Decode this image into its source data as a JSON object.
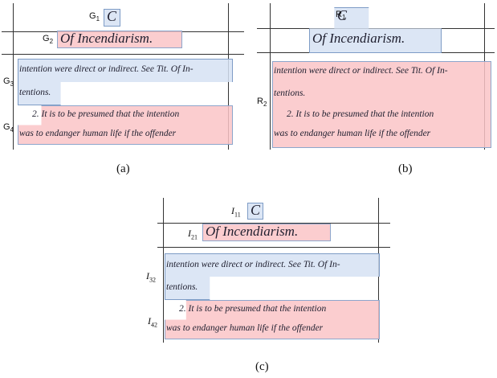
{
  "manuscript": {
    "marker": "C",
    "heading": "Of Incendiarism.",
    "line1": "intention were direct or indirect. See Tit. Of In-",
    "line2": "tentions.",
    "line3": "2.  It is to be presumed that the intention",
    "line4": "was to endanger human life if the offender"
  },
  "panels": {
    "a": {
      "caption": "(a)",
      "regions": [
        {
          "base": "G",
          "sub": "1"
        },
        {
          "base": "G",
          "sub": "2"
        },
        {
          "base": "G",
          "sub": "3"
        },
        {
          "base": "G",
          "sub": "4"
        }
      ]
    },
    "b": {
      "caption": "(b)",
      "regions": [
        {
          "base": "R",
          "sub": "1"
        },
        {
          "base": "R",
          "sub": "2"
        }
      ]
    },
    "c": {
      "caption": "(c)",
      "regions": [
        {
          "base": "I",
          "sub": "11"
        },
        {
          "base": "I",
          "sub": "21"
        },
        {
          "base": "I",
          "sub": "32"
        },
        {
          "base": "I",
          "sub": "42"
        }
      ]
    }
  },
  "colors": {
    "blue_region": "#d6e2f3",
    "red_region": "#fac4c7",
    "region_border": "#7e9cc6"
  }
}
